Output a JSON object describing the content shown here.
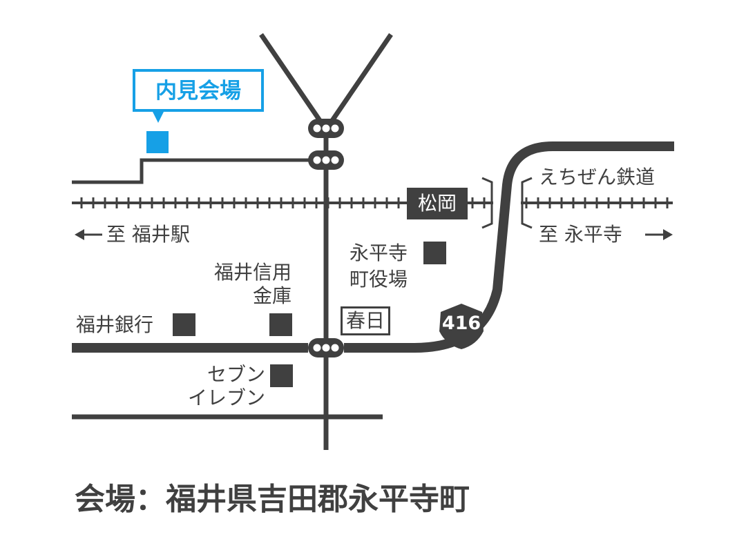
{
  "venue": {
    "callout": "内見会場"
  },
  "railway": {
    "name": "えちぜん鉄道",
    "station": "松岡",
    "to_west": "至 福井駅",
    "to_east": "至 永平寺"
  },
  "landmarks": {
    "town_office_line1": "永平寺",
    "town_office_line2": "町役場",
    "credit_union_line1": "福井信用",
    "credit_union_line2": "金庫",
    "bank": "福井銀行",
    "conv_line1": "セブン",
    "conv_line2": "イレブン",
    "intersection": "春日"
  },
  "route": {
    "number": "416"
  },
  "address": "会場：福井県吉田郡永平寺町",
  "colors": {
    "ink": "#404040",
    "accent": "#16a0e6",
    "white": "#ffffff"
  }
}
